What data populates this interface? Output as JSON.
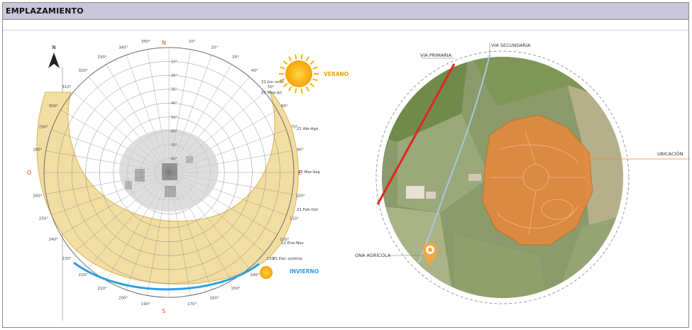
{
  "header": {
    "title": "EMPLAZAMIENTO"
  },
  "sun_chart": {
    "north_glyph": "N",
    "cardinals": {
      "north": "N",
      "east": "E",
      "south": "S",
      "west": "O"
    },
    "season_labels": {
      "summer": "VERANO",
      "winter": "INVIERNO"
    },
    "date_curves": [
      {
        "line1": "21 Jun solst.",
        "line2": "21 May-Jul"
      },
      {
        "line1": "21 Abr-Ago",
        "line2": ""
      },
      {
        "line1": "21 Mar-Sep",
        "line2": ""
      },
      {
        "line1": "21 Feb-Oct",
        "line2": ""
      },
      {
        "line1": "21 Ene-Nov",
        "line2": ""
      },
      {
        "line1": "21 Dec solstice",
        "line2": ""
      }
    ],
    "azimuth_labels": [
      "350°",
      "10°",
      "20°",
      "30°",
      "40°",
      "50°",
      "60°",
      "70°",
      "80°",
      "100°",
      "110°",
      "120°",
      "130°",
      "140°",
      "150°",
      "160°",
      "170°",
      "190°",
      "200°",
      "210°",
      "220°",
      "230°",
      "240°",
      "250°",
      "260°",
      "280°",
      "290°",
      "300°",
      "310°",
      "320°",
      "330°",
      "340°"
    ],
    "altitude_labels": [
      "10°",
      "20°",
      "30°",
      "40°",
      "50°",
      "60°",
      "70°",
      "80°"
    ],
    "colors": {
      "summer_sun": "#f5b400",
      "winter_arc": "#2d9fe0",
      "band": "#f2dc9e",
      "cardinal": "#e24a1a"
    },
    "icons": [
      "north-arrow-icon",
      "sun-summer-icon",
      "sun-winter-icon"
    ]
  },
  "site_map": {
    "labels": {
      "via_primaria": "VIA PRIMARIA",
      "via_secundaria": "VIA SECUNDARIA",
      "ubicacion": "UBICACIÓN",
      "zona_agricola": "ONA AGRÍCOLA"
    },
    "colors": {
      "site": "#e8883a",
      "primary_road": "#e0281e",
      "secondary_road": "#a8c9df"
    },
    "icons": [
      "map-pin-icon"
    ]
  }
}
